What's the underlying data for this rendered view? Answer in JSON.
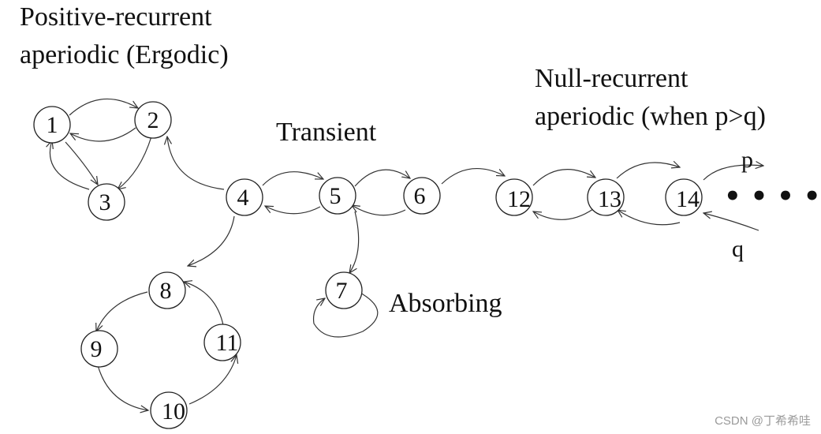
{
  "labels": {
    "positive_recurrent_line1": "Positive-recurrent",
    "positive_recurrent_line2": "aperiodic (Ergodic)",
    "transient": "Transient",
    "null_recurrent_line1": "Null-recurrent",
    "null_recurrent_line2": "aperiodic (when p>q)",
    "absorbing": "Absorbing",
    "p": "p",
    "q": "q",
    "ellipsis": "• • • •"
  },
  "nodes": [
    {
      "id": "1",
      "label": "1"
    },
    {
      "id": "2",
      "label": "2"
    },
    {
      "id": "3",
      "label": "3"
    },
    {
      "id": "4",
      "label": "4"
    },
    {
      "id": "5",
      "label": "5"
    },
    {
      "id": "6",
      "label": "6"
    },
    {
      "id": "7",
      "label": "7"
    },
    {
      "id": "8",
      "label": "8"
    },
    {
      "id": "9",
      "label": "9"
    },
    {
      "id": "10",
      "label": "10"
    },
    {
      "id": "11",
      "label": "11"
    },
    {
      "id": "12",
      "label": "12"
    },
    {
      "id": "13",
      "label": "13"
    },
    {
      "id": "14",
      "label": "14"
    }
  ],
  "edges": [
    {
      "from": "1",
      "to": "2"
    },
    {
      "from": "2",
      "to": "1"
    },
    {
      "from": "1",
      "to": "3"
    },
    {
      "from": "3",
      "to": "1"
    },
    {
      "from": "2",
      "to": "3"
    },
    {
      "from": "4",
      "to": "2"
    },
    {
      "from": "4",
      "to": "5"
    },
    {
      "from": "5",
      "to": "4"
    },
    {
      "from": "5",
      "to": "6"
    },
    {
      "from": "6",
      "to": "5"
    },
    {
      "from": "5",
      "to": "7"
    },
    {
      "from": "7",
      "to": "7"
    },
    {
      "from": "6",
      "to": "12"
    },
    {
      "from": "12",
      "to": "13"
    },
    {
      "from": "13",
      "to": "12"
    },
    {
      "from": "13",
      "to": "14"
    },
    {
      "from": "14",
      "to": "13"
    },
    {
      "from": "4",
      "to": "8"
    },
    {
      "from": "8",
      "to": "9"
    },
    {
      "from": "9",
      "to": "10"
    },
    {
      "from": "10",
      "to": "11"
    },
    {
      "from": "11",
      "to": "8"
    }
  ],
  "watermark": "CSDN @丁希希哇"
}
